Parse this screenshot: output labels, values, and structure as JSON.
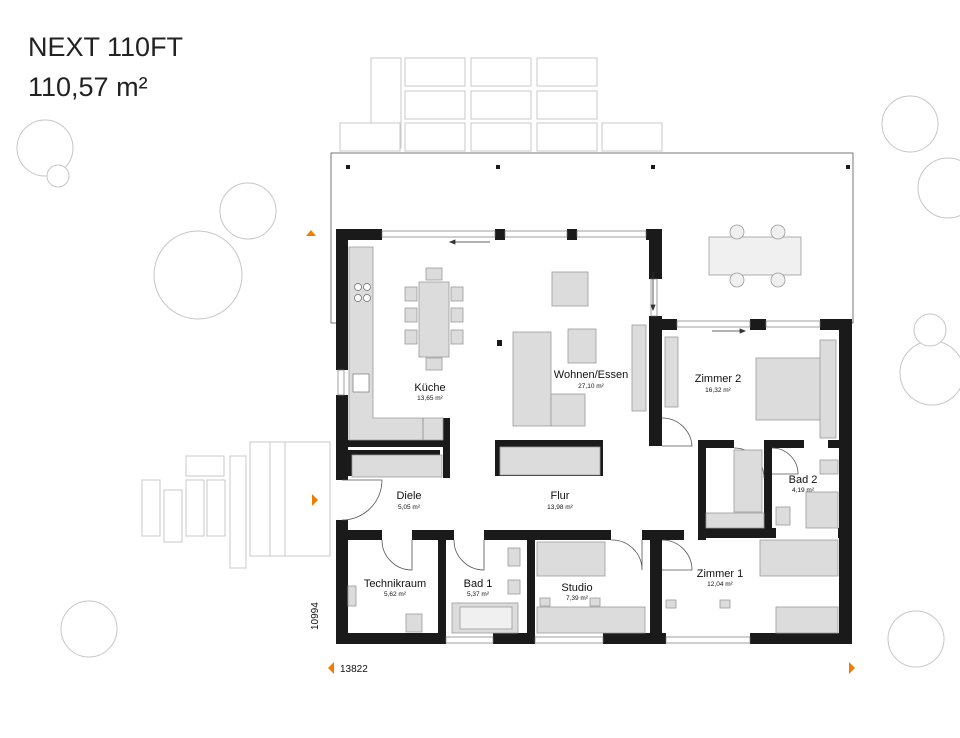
{
  "header": {
    "model": "NEXT 110FT",
    "total_area": "110,57 m²"
  },
  "rooms": {
    "kueche": {
      "name": "Küche",
      "area": "13,65 m²"
    },
    "wohnen": {
      "name": "Wohnen/Essen",
      "area": "27,10 m²"
    },
    "zimmer2": {
      "name": "Zimmer 2",
      "area": "16,32 m²"
    },
    "bad2": {
      "name": "Bad 2",
      "area": "4,19 m²"
    },
    "diele": {
      "name": "Diele",
      "area": "5,05 m²"
    },
    "flur": {
      "name": "Flur",
      "area": "13,98 m²"
    },
    "technik": {
      "name": "Technikraum",
      "area": "5,62 m²"
    },
    "bad1": {
      "name": "Bad 1",
      "area": "5,37 m²"
    },
    "studio": {
      "name": "Studio",
      "area": "7,39 m²"
    },
    "zimmer1": {
      "name": "Zimmer 1",
      "area": "12,04 m²"
    }
  },
  "dimensions": {
    "width": "13822",
    "depth": "10994"
  },
  "colors": {
    "wall": "#1a1a1a",
    "accent": "#f07d00",
    "furniture": "#dcdcdc"
  }
}
